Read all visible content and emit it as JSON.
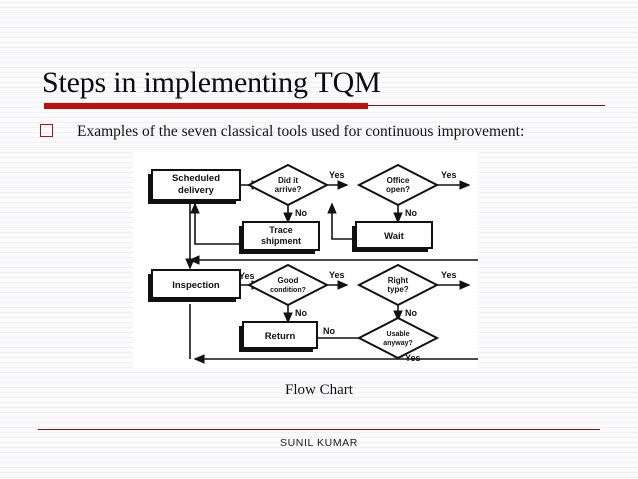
{
  "slide": {
    "title": "Steps in implementing TQM",
    "bullet": {
      "marker": "hollow-square-bullet",
      "text": "Examples of the seven classical tools used for continuous improvement:"
    },
    "caption": "Flow Chart",
    "footer": "SUNIL KUMAR"
  },
  "colors": {
    "accent_red": "#bd0f07",
    "rule_dark_red": "#7c1512",
    "bullet_red": "#a81712",
    "background": "#fbfbfc",
    "text": "#101010"
  },
  "chart_data": {
    "type": "diagram",
    "title": "Flow Chart",
    "diagram_kind": "flowchart",
    "nodes": [
      {
        "id": "scheduled_delivery",
        "label": "Scheduled delivery",
        "shape": "process"
      },
      {
        "id": "did_it_arrive",
        "label": "Did it arrive?",
        "shape": "decision"
      },
      {
        "id": "office_open",
        "label": "Office open?",
        "shape": "decision"
      },
      {
        "id": "trace_shipment",
        "label": "Trace shipment",
        "shape": "process"
      },
      {
        "id": "wait",
        "label": "Wait",
        "shape": "process"
      },
      {
        "id": "inspection",
        "label": "Inspection",
        "shape": "process"
      },
      {
        "id": "good_condition",
        "label": "Good condition?",
        "shape": "decision"
      },
      {
        "id": "right_type",
        "label": "Right type?",
        "shape": "decision"
      },
      {
        "id": "return",
        "label": "Return",
        "shape": "process"
      },
      {
        "id": "usable_anyway",
        "label": "Usable anyway?",
        "shape": "decision"
      }
    ],
    "edge_labels": [
      "Yes",
      "No"
    ],
    "edges": [
      {
        "from": "scheduled_delivery",
        "to": "did_it_arrive",
        "label": ""
      },
      {
        "from": "did_it_arrive",
        "to": "office_open",
        "label": "Yes"
      },
      {
        "from": "did_it_arrive",
        "to": "trace_shipment",
        "label": "No"
      },
      {
        "from": "office_open",
        "to": "inspection",
        "label": "Yes"
      },
      {
        "from": "office_open",
        "to": "wait",
        "label": "No"
      },
      {
        "from": "trace_shipment",
        "to": "scheduled_delivery",
        "label": ""
      },
      {
        "from": "wait",
        "to": "office_open",
        "label": ""
      },
      {
        "from": "inspection",
        "to": "good_condition",
        "label": "Yes"
      },
      {
        "from": "good_condition",
        "to": "right_type",
        "label": "Yes"
      },
      {
        "from": "good_condition",
        "to": "return",
        "label": "No"
      },
      {
        "from": "right_type",
        "to": "usable_anyway",
        "label": "No"
      },
      {
        "from": "usable_anyway",
        "to": "return",
        "label": "No"
      },
      {
        "from": "usable_anyway",
        "to": "inspection",
        "label": "Yes"
      }
    ]
  }
}
